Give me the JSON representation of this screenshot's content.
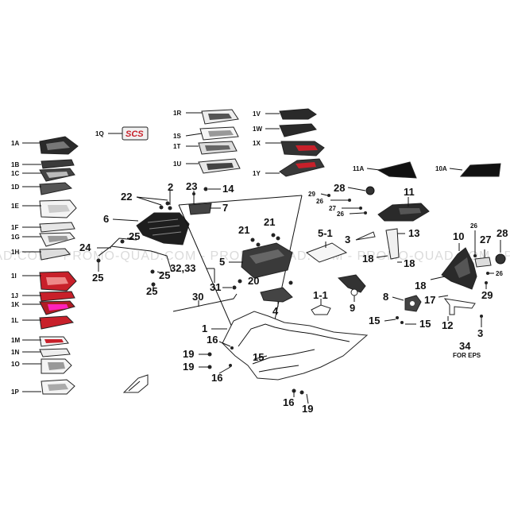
{
  "watermark": "-QUAD.COM - PROMO-QUAD.COM - PROMO-QUAD.COM - PROMO-QUAD.COM - PROMO-QUAD.COM",
  "badge_text": "SCS",
  "eps_note": "FOR EPS",
  "colors": {
    "decal_red": "#c8202a",
    "decal_dark": "#2a2a2a",
    "line": "#111111"
  },
  "labels": {
    "l1A": "1A",
    "l1B": "1B",
    "l1C": "1C",
    "l1D": "1D",
    "l1E": "1E",
    "l1F": "1F",
    "l1G": "1G",
    "l1H": "1H",
    "l1I": "1I",
    "l1J": "1J",
    "l1K": "1K",
    "l1L": "1L",
    "l1M": "1M",
    "l1N": "1N",
    "l1O": "1O",
    "l1P": "1P",
    "l1Q": "1Q",
    "l1R": "1R",
    "l1S": "1S",
    "l1T": "1T",
    "l1U": "1U",
    "l1V": "1V",
    "l1W": "1W",
    "l1X": "1X",
    "l1Y": "1Y",
    "l11A": "11A",
    "l10A": "10A",
    "l22": "22",
    "l2": "2",
    "l23": "23",
    "l14": "14",
    "l7": "7",
    "l6": "6",
    "l24": "24",
    "l25a": "25",
    "l25b": "25",
    "l25c": "25",
    "l25d": "25",
    "l3233": "32,33",
    "l31": "31",
    "l30": "30",
    "l21a": "21",
    "l21b": "21",
    "l5": "5",
    "l20": "20",
    "l4": "4",
    "l29a": "29",
    "l28a": "28",
    "l26a": "26",
    "l27a": "27",
    "l26b": "26",
    "l11": "11",
    "l3a": "3",
    "l13": "13",
    "l18a": "18",
    "l18b": "18",
    "l51": "5-1",
    "l11b": "1-1",
    "l9": "9",
    "l10": "10",
    "l26c": "26",
    "l27b": "27",
    "l28b": "28",
    "l26d": "26",
    "l29b": "29",
    "l18c": "18",
    "l17": "17",
    "l8": "8",
    "l15a": "15",
    "l15b": "15",
    "l12": "12",
    "l3b": "3",
    "l34": "34",
    "l1": "1",
    "l16a": "16",
    "l19a": "19",
    "l19b": "19",
    "l16b": "16",
    "l15c": "15",
    "l16c": "16",
    "l19c": "19"
  }
}
